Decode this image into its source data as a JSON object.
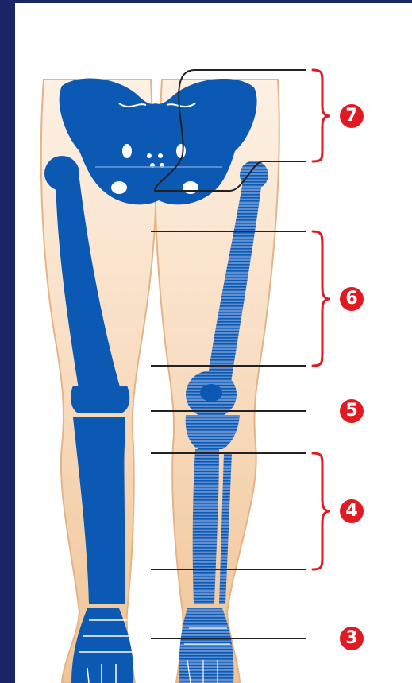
{
  "colors": {
    "frame": "#1a2466",
    "bone": "#0b59b3",
    "skin_light": "#fbe6d0",
    "skin_dark": "#f0c79d",
    "leader_line": "#222222",
    "bracket": "#e01a22",
    "marker": "#e01a22"
  },
  "regions": [
    {
      "id": "region-7",
      "label": "7",
      "description_icon": "pelvis-hip-region"
    },
    {
      "id": "region-6",
      "label": "6",
      "description_icon": "thigh-region"
    },
    {
      "id": "region-5",
      "label": "5",
      "description_icon": "knee-region"
    },
    {
      "id": "region-4",
      "label": "4",
      "description_icon": "lower-leg-region"
    },
    {
      "id": "region-3",
      "label": "3",
      "description_icon": "ankle-region"
    }
  ]
}
